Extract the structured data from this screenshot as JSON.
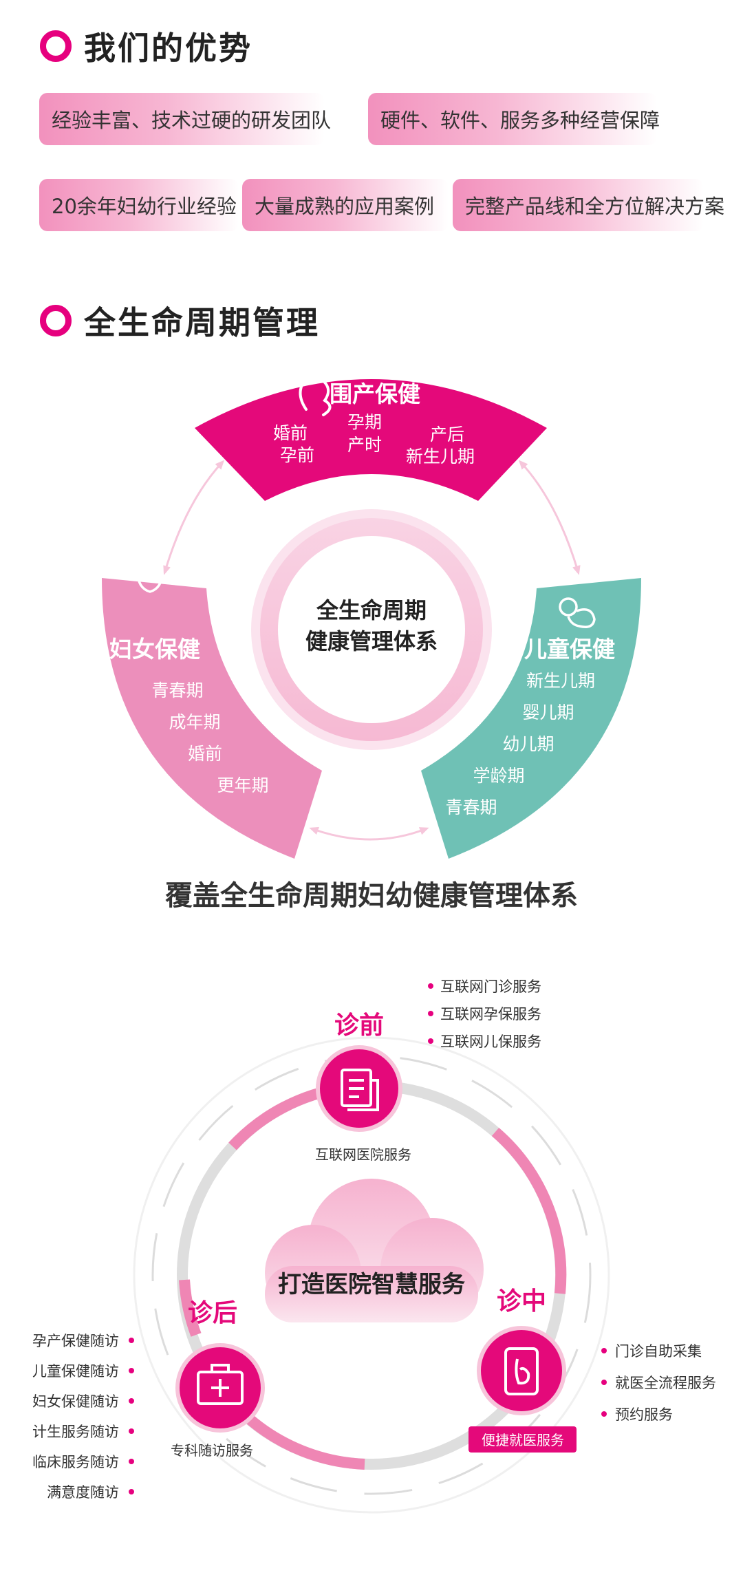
{
  "advantages": {
    "title": "我们的优势",
    "tags": [
      "经验丰富、技术过硬的研发团队",
      "硬件、软件、服务多种经营保障",
      "20余年妇幼行业经验",
      "大量成熟的应用案例",
      "完整产品线和全方位解决方案"
    ]
  },
  "lifecycle": {
    "title": "全生命周期管理",
    "center_line1": "全生命周期",
    "center_line2": "健康管理体系",
    "perinatal": {
      "title": "围产保健",
      "p1": "婚前",
      "p2": "孕前",
      "p3": "孕期",
      "p4": "产时",
      "p5": "产后",
      "p6": "新生儿期"
    },
    "women": {
      "title": "妇女保健",
      "items": [
        "青春期",
        "成年期",
        "婚前",
        "更年期"
      ]
    },
    "children": {
      "title": "儿童保健",
      "items": [
        "新生儿期",
        "婴儿期",
        "幼儿期",
        "学龄期",
        "青春期"
      ]
    },
    "caption": "覆盖全生命周期妇幼健康管理体系",
    "colors": {
      "perinatal": "#e4097a",
      "women": "#ec8fbb",
      "children": "#6fc1b5"
    }
  },
  "service": {
    "center": "打造医院智慧服务",
    "pre": {
      "title": "诊前",
      "label": "互联网医院服务",
      "items": [
        "互联网门诊服务",
        "互联网孕保服务",
        "互联网儿保服务"
      ]
    },
    "during": {
      "title": "诊中",
      "label": "便捷就医服务",
      "items": [
        "门诊自助采集",
        "就医全流程服务",
        "预约服务"
      ]
    },
    "post": {
      "title": "诊后",
      "label": "专科随访服务",
      "items": [
        "孕产保健随访",
        "儿童保健随访",
        "妇女保健随访",
        "计生服务随访",
        "临床服务随访",
        "满意度随访"
      ]
    },
    "accent": "#e4097a"
  }
}
